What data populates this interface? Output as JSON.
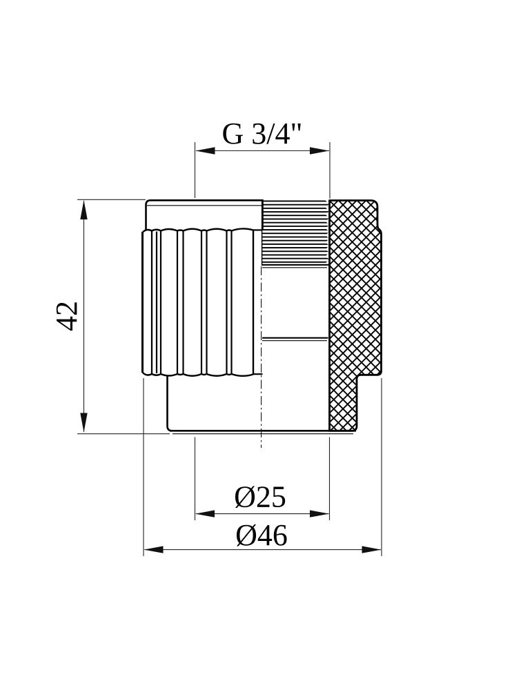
{
  "drawing": {
    "type": "technical-drawing",
    "dimensions": {
      "top": {
        "label": "G 3/4\""
      },
      "left": {
        "label": "42"
      },
      "bottom_inner": {
        "label": "Ø25"
      },
      "bottom_outer": {
        "label": "Ø46"
      }
    },
    "colors": {
      "part_line": "#000000",
      "dimension_line": "#222222",
      "background": "#ffffff"
    }
  }
}
